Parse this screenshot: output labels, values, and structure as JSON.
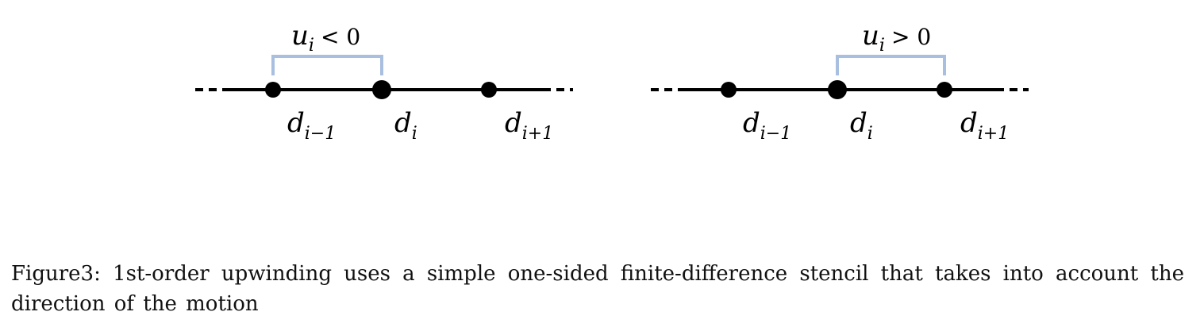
{
  "panels": [
    {
      "id": "left",
      "condition_var": "u",
      "condition_sub": "i",
      "condition_rel": "< 0",
      "nodes": [
        {
          "letter": "d",
          "sub": "i−1"
        },
        {
          "letter": "d",
          "sub": "i"
        },
        {
          "letter": "d",
          "sub": "i+1"
        }
      ],
      "stencil_nodes": [
        0,
        1
      ]
    },
    {
      "id": "right",
      "condition_var": "u",
      "condition_sub": "i",
      "condition_rel": "> 0",
      "nodes": [
        {
          "letter": "d",
          "sub": "i−1"
        },
        {
          "letter": "d",
          "sub": "i"
        },
        {
          "letter": "d",
          "sub": "i+1"
        }
      ],
      "stencil_nodes": [
        1,
        2
      ]
    }
  ],
  "colors": {
    "line": "#000000",
    "bracket": "#a9bfdf"
  },
  "caption": "Figure3: 1st-order upwinding uses a simple one-sided finite-difference stencil that takes into account the direction of the motion"
}
